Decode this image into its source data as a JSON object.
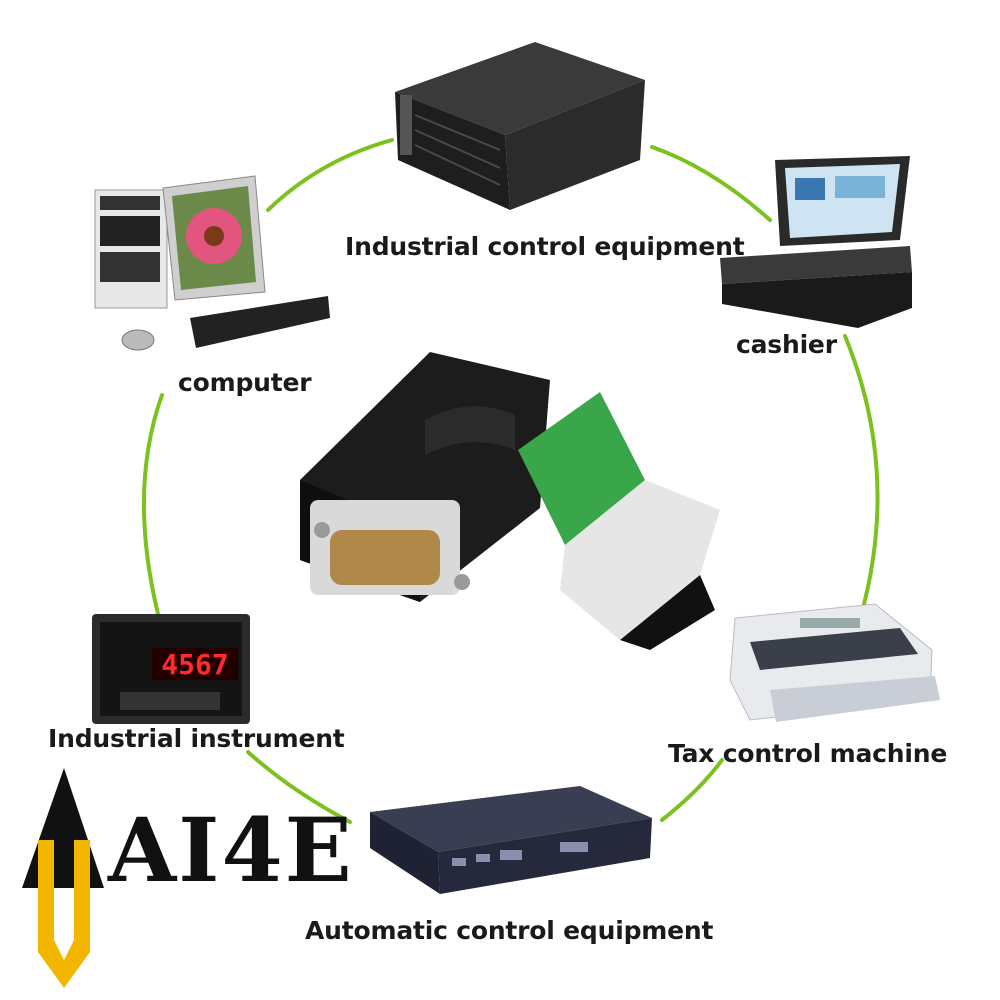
{
  "diagram": {
    "center_device": "db9-terminal-adapter",
    "ring_color": "#7cc11f",
    "nodes": [
      {
        "id": "industrial-control",
        "label": "Industrial control equipment"
      },
      {
        "id": "cashier",
        "label": "cashier"
      },
      {
        "id": "tax-control",
        "label": "Tax control machine"
      },
      {
        "id": "automatic-control",
        "label": "Automatic control equipment"
      },
      {
        "id": "industrial-instrument",
        "label": "Industrial instrument"
      },
      {
        "id": "computer",
        "label": "computer"
      }
    ],
    "instrument_display": "4567"
  },
  "logo": {
    "text": "AI4E",
    "colors": {
      "arrow": "#f2b600",
      "tip": "#111111"
    }
  }
}
